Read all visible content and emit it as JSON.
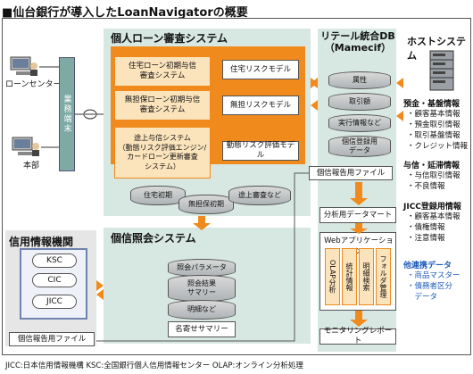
{
  "title": "■仙台銀行が導入したLoanNavigatorの概要",
  "left_clients": {
    "loan_center": "ローンセンター",
    "head_office": "本部"
  },
  "terminal_label": "業務端末",
  "personal_loan_system": {
    "title": "個人ローン審査システム",
    "flows": [
      {
        "label": "住宅ローン初期与信\n審査システム",
        "model": "住宅リスクモデル"
      },
      {
        "label": "無担保ローン初期与信\n審査システム",
        "model": "無担リスクモデル"
      },
      {
        "label": "途上与信システム\n（動態リスク評価エンジン/\nカードローン更新審査\nシステム）",
        "model": "動態リスク評価モデル"
      }
    ],
    "db_tags": [
      "住宅初期",
      "無担保初期",
      "途上審査など"
    ]
  },
  "credit_inquiry_system": {
    "title": "個信照会システム",
    "layers": [
      "照会パラメータ",
      "照会結果\nサマリー",
      "明細など"
    ],
    "summary": "名寄せサマリー"
  },
  "credit_bureau": {
    "title": "信用情報機関",
    "items": [
      "KSC",
      "CIC",
      "JICC"
    ],
    "file": "個信報告用ファイル"
  },
  "retail_db": {
    "title": "リテール統合DB\n（Mamecif）",
    "layers": [
      "属性",
      "取引額",
      "実行情報など",
      "個信登録用\nデータ"
    ],
    "file": "個信報告用ファイル",
    "mart": "分析用データマート",
    "webapp": {
      "title": "Webアプリケーション",
      "cols": [
        "OLAP分析",
        "統計情報",
        "明細検索",
        "フォルダ管理"
      ]
    },
    "report": "モニタリングレポート"
  },
  "host_system": {
    "title": "ホストシステム",
    "groups": [
      {
        "header": "預金・基盤情報",
        "items": [
          "・顧客基本情報",
          "・預金取引情報",
          "・取引基盤情報",
          "・クレジット情報"
        ]
      },
      {
        "header": "与信・延滞情報",
        "items": [
          "・与信取引情報",
          "・不良情報"
        ]
      },
      {
        "header": "JICC登録用情報",
        "items": [
          "・顧客基本情報",
          "・債権情報",
          "・注意情報"
        ]
      }
    ],
    "other_header": "他連携データ",
    "other_items": [
      "・商品マスター",
      "・債務者区分",
      "　データ"
    ]
  },
  "footnote": "JICC:日本信用情報機構 KSC:全国銀行個人信用情報センター OLAP:オンライン分析処理",
  "colors": {
    "panel": "#d7e7e2",
    "orange": "#f08a1c",
    "box_fill": "#fbe3bc",
    "blue_text": "#1f5bb8"
  }
}
